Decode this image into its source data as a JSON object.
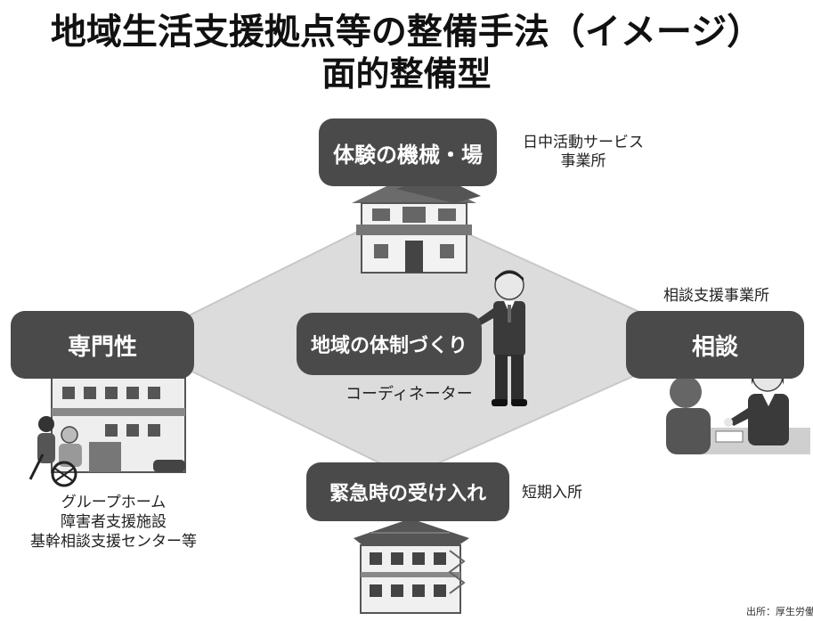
{
  "title": {
    "line1": "地域生活支援拠点等の整備手法（イメージ）",
    "line2": "面的整備型"
  },
  "nodes": {
    "top": {
      "label": "体験の機械・場",
      "note_lines": [
        "日中活動サービス",
        "事業所"
      ]
    },
    "left": {
      "label": "専門性",
      "note_lines": [
        "グループホーム",
        "障害者支援施設",
        "基幹相談支援センター等"
      ]
    },
    "right": {
      "label": "相談",
      "note": "相談支援事業所"
    },
    "center": {
      "label": "地域の体制づくり",
      "note": "コーディネーター"
    },
    "bottom": {
      "label": "緊急時の受け入れ",
      "note": "短期入所"
    }
  },
  "source": "出所：厚生労働",
  "colors": {
    "box_fill": "#4a4a4a",
    "diamond_fill": "#dcdcdc",
    "text": "#1a1a1a",
    "background": "#ffffff"
  },
  "icons": [
    "house-illustration",
    "facility-building-illustration",
    "consultation-illustration",
    "coordinator-person-illustration",
    "apartment-building-illustration"
  ]
}
